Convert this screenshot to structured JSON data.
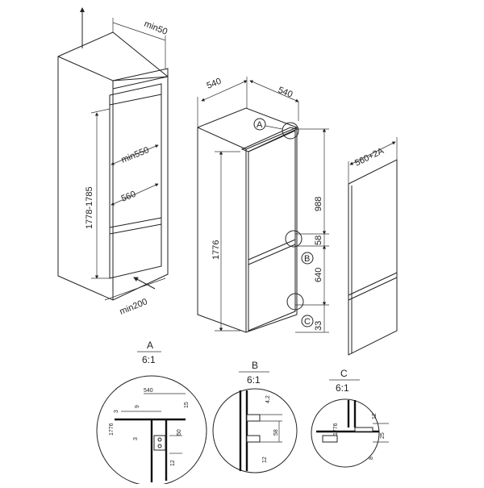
{
  "cabinet": {
    "top_gap": "min50",
    "inner_depth": "min550",
    "inner_width": "560",
    "niche_height": "1778-1785",
    "vent": "min200"
  },
  "fridge": {
    "width": "540",
    "depth": "540",
    "height": "1776",
    "upper_door": "988",
    "gap": "58",
    "lower_door": "640",
    "bottom": "33",
    "callouts": [
      "A",
      "B",
      "C"
    ]
  },
  "door_panel": {
    "width": "560+2A"
  },
  "details": {
    "A": {
      "title": "A",
      "scale": "6:1",
      "labels": [
        "540",
        "15",
        "3",
        "9",
        "3",
        "1776",
        "50",
        "12"
      ]
    },
    "B": {
      "title": "B",
      "scale": "6:1",
      "labels": [
        "4,2",
        "58",
        "12"
      ]
    },
    "C": {
      "title": "C",
      "scale": "6:1",
      "labels": [
        "1776",
        "12",
        "25",
        "8"
      ]
    }
  },
  "colors": {
    "line": "#222222",
    "background": "#ffffff"
  }
}
